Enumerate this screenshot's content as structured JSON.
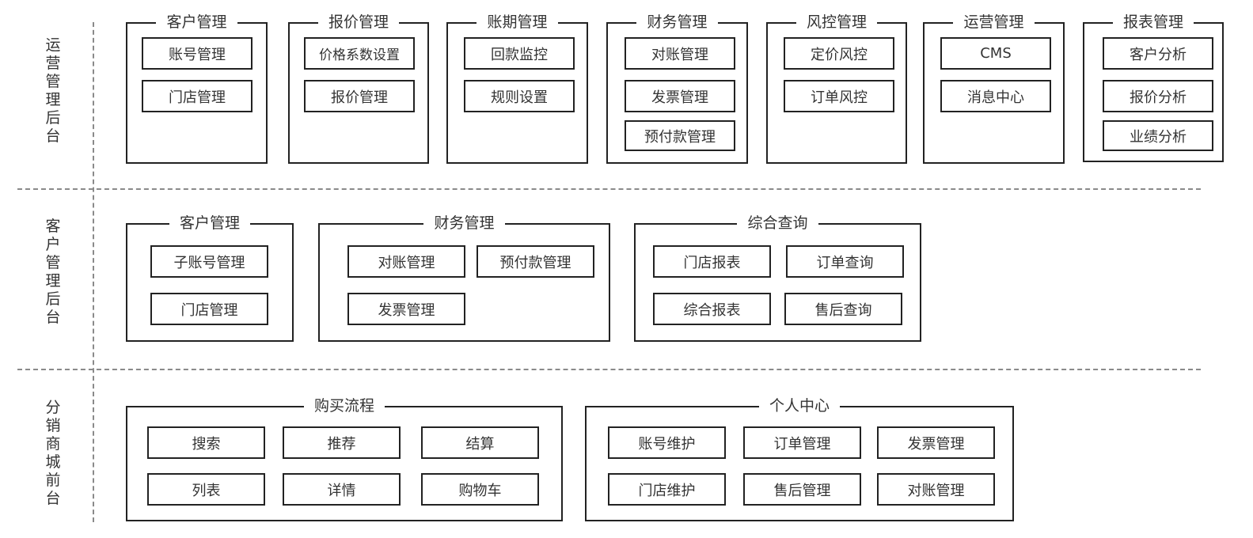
{
  "sections": [
    {
      "label": "运营管理后台",
      "groups": [
        {
          "title": "客户管理",
          "items": [
            "账号管理",
            "门店管理"
          ]
        },
        {
          "title": "报价管理",
          "items": [
            "价格系数设置",
            "报价管理"
          ]
        },
        {
          "title": "账期管理",
          "items": [
            "回款监控",
            "规则设置"
          ]
        },
        {
          "title": "财务管理",
          "items": [
            "对账管理",
            "发票管理",
            "预付款管理"
          ]
        },
        {
          "title": "风控管理",
          "items": [
            "定价风控",
            "订单风控"
          ]
        },
        {
          "title": "运营管理",
          "items": [
            "CMS",
            "消息中心"
          ]
        },
        {
          "title": "报表管理",
          "items": [
            "客户分析",
            "报价分析",
            "业绩分析"
          ]
        }
      ]
    },
    {
      "label": "客户管理后台",
      "groups": [
        {
          "title": "客户管理",
          "items": [
            "子账号管理",
            "门店管理"
          ]
        },
        {
          "title": "财务管理",
          "items": [
            "对账管理",
            "预付款管理",
            "发票管理"
          ]
        },
        {
          "title": "综合查询",
          "items": [
            "门店报表",
            "订单查询",
            "综合报表",
            "售后查询"
          ]
        }
      ]
    },
    {
      "label": "分销商城前台",
      "groups": [
        {
          "title": "购买流程",
          "items": [
            "搜索",
            "推荐",
            "结算",
            "列表",
            "详情",
            "购物车"
          ]
        },
        {
          "title": "个人中心",
          "items": [
            "账号维护",
            "订单管理",
            "发票管理",
            "门店维护",
            "售后管理",
            "对账管理"
          ]
        }
      ]
    }
  ]
}
